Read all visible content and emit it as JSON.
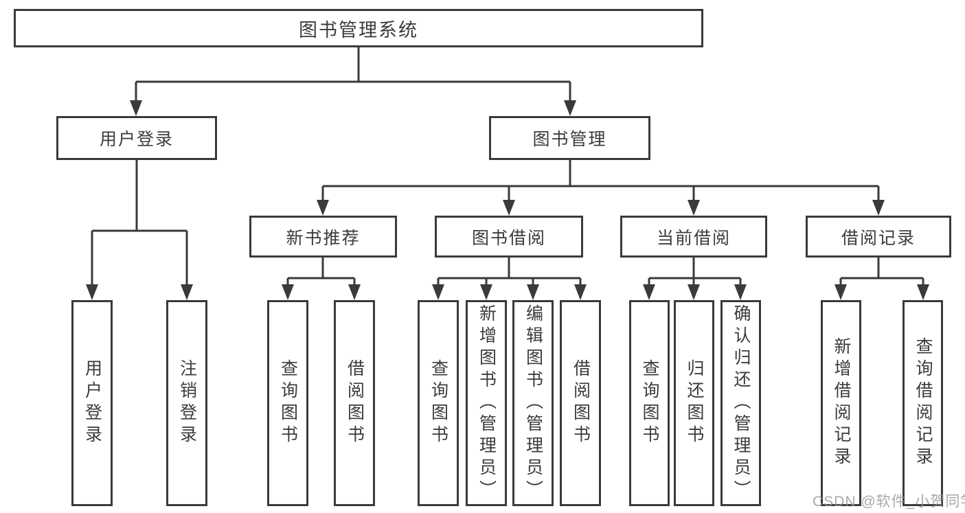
{
  "diagram": {
    "root": {
      "label": "图书管理系统"
    },
    "branches": [
      {
        "label": "用户登录"
      },
      {
        "label": "图书管理"
      }
    ],
    "modules": [
      {
        "label": "新书推荐"
      },
      {
        "label": "图书借阅"
      },
      {
        "label": "当前借阅"
      },
      {
        "label": "借阅记录"
      }
    ],
    "leaves": [
      {
        "label": "用户登录"
      },
      {
        "label": "注销登录"
      },
      {
        "label": "查询图书"
      },
      {
        "label": "借阅图书"
      },
      {
        "label": "查询图书"
      },
      {
        "label": "新增图书（管理员）"
      },
      {
        "label": "编辑图书（管理员）"
      },
      {
        "label": "借阅图书"
      },
      {
        "label": "查询图书"
      },
      {
        "label": "归还图书"
      },
      {
        "label": "确认归还（管理员）"
      },
      {
        "label": "新增借阅记录"
      },
      {
        "label": "查询借阅记录"
      }
    ]
  },
  "watermark": {
    "text": "CSDN @软件_小贺同学"
  },
  "colors": {
    "line": "#3a3a3c",
    "text": "#3b3b3e",
    "background": "#ffffff",
    "watermark": "#949498"
  }
}
